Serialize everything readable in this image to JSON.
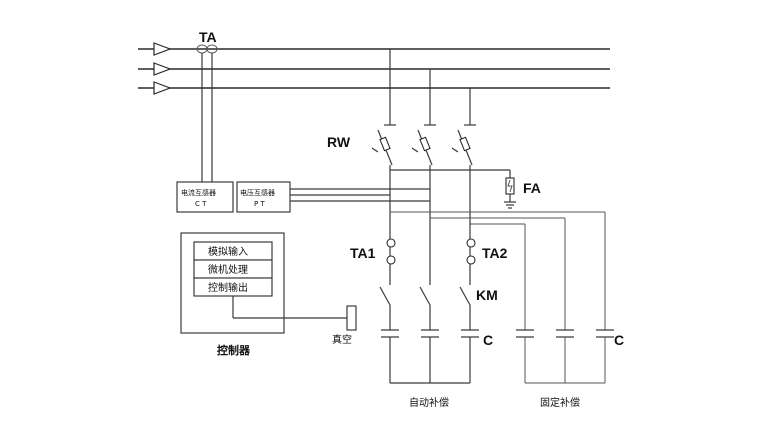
{
  "labels": {
    "ta_top": "TA",
    "rw": "RW",
    "fa": "FA",
    "ta1": "TA1",
    "ta2": "TA2",
    "km": "KM",
    "c_auto": "C",
    "c_fixed": "C"
  },
  "ct_box": {
    "line1": "电流互感器",
    "line2": "C T"
  },
  "pt_box": {
    "line1": "电压互感器",
    "line2": "P T"
  },
  "controller": {
    "rows": [
      "模拟输入",
      "微机处理",
      "控制输出"
    ],
    "caption": "控制器"
  },
  "vacuum_label": "真空",
  "captions": {
    "auto": "自动补偿",
    "fixed": "固定补偿"
  },
  "colors": {
    "line": "#3a3a3a",
    "background": "#ffffff"
  }
}
